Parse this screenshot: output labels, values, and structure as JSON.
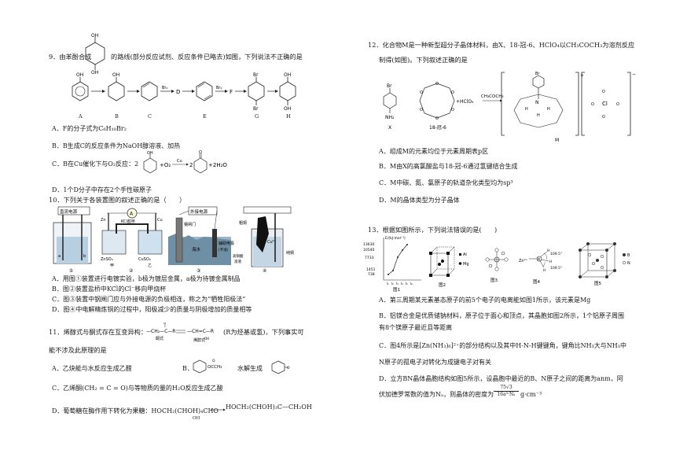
{
  "q9": {
    "stem": "9．由苯酚合成",
    "stem2": "的路线(部分反应试剂、反应条件已略去)如图，下列说法不正确的是",
    "route_labels": [
      "A",
      "B",
      "C",
      "D",
      "E",
      "F",
      "G",
      "H"
    ],
    "reagent_br2": "Br₂",
    "options": [
      "A．F的分子式为C₆H₁₀Br₂",
      "B．B生成C的反应条件为NaOH醇溶液、加热",
      "C．B在Cu催化下与O₂反应：2",
      "D．1个D分子中存在2个手性碳原子"
    ],
    "c_tail": "+O₂",
    "c_cond": "Cu",
    "c_tail2": "+2H₂O"
  },
  "q10": {
    "stem": "10．下列关于各装置图的叙述正确的是（　　）",
    "fig_labels": [
      "①",
      "②",
      "③",
      "④"
    ],
    "fig1_label": "直流电源",
    "fig2_labels": [
      "A",
      "KCl盐桥",
      "ZnSO₄",
      "CuSO₄",
      "甲",
      "乙",
      "Zn",
      "Cu"
    ],
    "fig3_labels": [
      "外接电源",
      "钢闸门",
      "海水",
      "辅助电极",
      "(不溶)"
    ],
    "fig4_labels": [
      "粗铜",
      "纯铜",
      "Cu²⁺",
      "高铜酸",
      "溶液",
      "纯铜"
    ],
    "options": [
      "A．用图①装置进行电镀实验，b极为镀层金属，a极为待镀金属制品",
      "B．图②装置盐桥中KCl的Cl⁻移向甲烧杯",
      "C．图③装置中钢闸门应与外接电源的负极相连，称之为“牺牲阳极法”",
      "D．图④中电解精炼铜的过程中，阳极减少的质量与阴极增加的质量相等"
    ]
  },
  "q11": {
    "stem": "11．烯醇式与酮式存在互变异构：",
    "stem_tail": "(R为烃基或氢)，下列事实可",
    "stem2": "能不涉及此原理的是",
    "keto": "酮式",
    "enol": "烯醇式",
    "options": [
      "A．乙炔能与水反应生成乙醛",
      "B．",
      "水解生成",
      "C．乙烯酮(CH₂ = C = O)与等物质的量的H₂O反应生成乙酸",
      "D．葡萄糖在酶作用下转化为果糖：HOCH₂(CHOH)₄CHO",
      "HOCH₂(CHOH)₃C—CH₂OH"
    ],
    "oh": "OH",
    "o": "O"
  },
  "q12": {
    "stem": "12．化合物M是一种新型超分子晶体材料，由X、18-冠-6、HClO₄以CH₃COCH₃为溶剂反应",
    "stem2": "制得(如图)。下列叙述正确的是",
    "labels": [
      "X",
      "18-冠-6",
      "M",
      "+HClO₄",
      "CH₃COCH₃",
      "Br",
      "NH₂"
    ],
    "options": [
      "A．组成M的元素均位于元素周期表p区",
      "B．M由X的高氯酸盐与18-冠-6通过氢键结合生成",
      "C．M中碳、氮、氯原子的轨道杂化类型均为sp³",
      "D．M的晶体类型为分子晶体"
    ]
  },
  "q13": {
    "stem": "13．根据如图所示，下列说法错误的是(　　)",
    "graph_ylabel": "E/(kJ·mol⁻¹)",
    "graph_ticks": [
      "13630",
      "10540",
      "7733",
      "1451",
      "738"
    ],
    "graph_x": [
      "I₁",
      "I₂",
      "I₃",
      "I₄",
      "I₅",
      "I₆"
    ],
    "fig_labels": [
      "图1",
      "图2",
      "图3",
      "图4",
      "图5"
    ],
    "legend2": [
      "Al",
      "Mg"
    ],
    "legend5": [
      "B",
      "N"
    ],
    "angles": [
      "109.5°",
      "109.5°"
    ],
    "zn": "Zn²⁺",
    "options": [
      "A．第三周期某元素基态原子的前5个电子的电离能如图1所示，该元素是Mg",
      "B．铝镁合金是优质储钠材料，原子位于面心和顶点，其晶胞如图2所示，1个铝原子周围",
      "有8个镁原子最近且等距离",
      "C．图4所示是[Zn(NH₃)₆]²⁺的部分结构以及其中H-N-H键键角，键角比NH₃大与NH₃中",
      "N原子的孤电子对转化为成键电子对有关",
      "D．立方BN晶体晶胞结构如图5所示，设晶胞中最近的B、N原子之间的距离为anm，阿",
      "伏加德罗常数的值为Nₐ，则晶体的密度为",
      "g·cm⁻³"
    ],
    "density_num": "75√3",
    "density_den": "16a³·Nₐ"
  }
}
